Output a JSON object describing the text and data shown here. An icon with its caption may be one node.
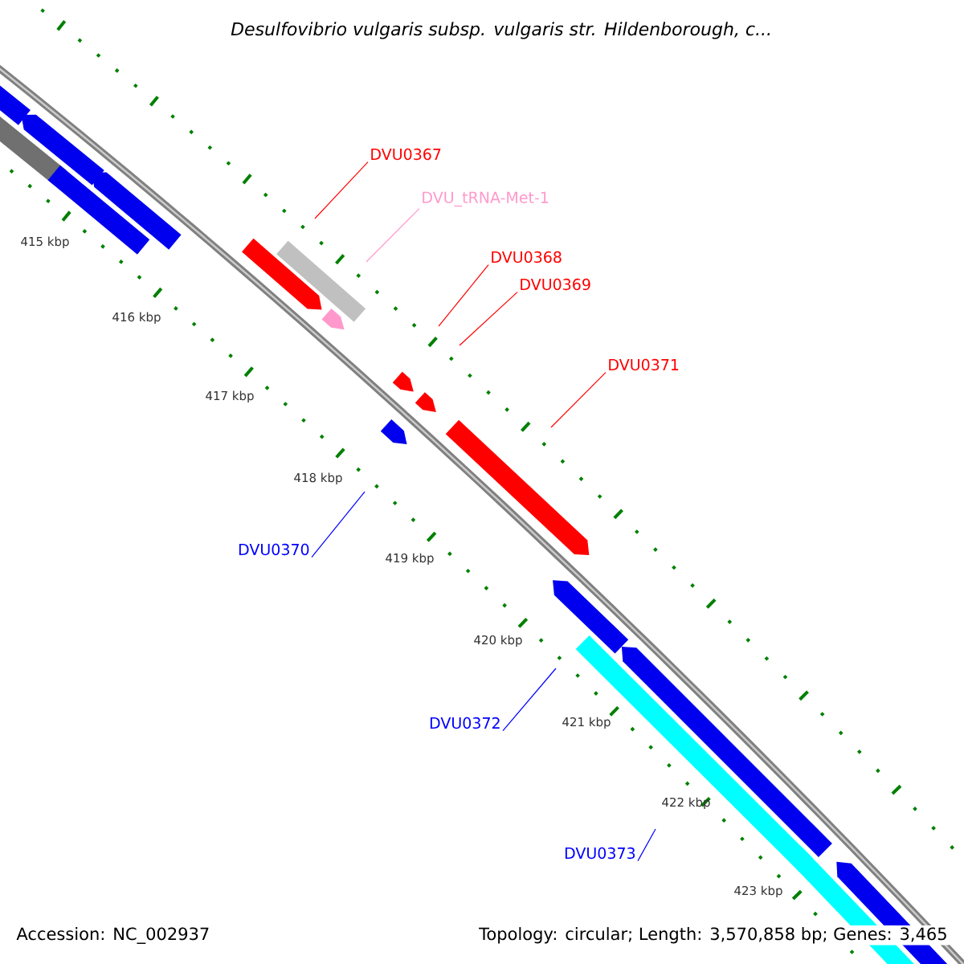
{
  "diagram": {
    "title": "Desulfovibrio vulgaris subsp. vulgaris str. Hildenborough, c...",
    "nodes": [
      {
        "text": [
          "DVU0367"
        ]
      },
      {
        "text": [
          "DVU_tRNA-Met-1"
        ]
      },
      {
        "text": [
          "DVU0368"
        ]
      },
      {
        "text": [
          "DVU0369"
        ]
      },
      {
        "text": [
          "DVU0371"
        ]
      },
      {
        "text": [
          "DVU0370"
        ]
      },
      {
        "text": [
          "DVU0372"
        ]
      },
      {
        "text": [
          "DVU0373"
        ]
      }
    ],
    "edges": [
      {
        "from": 0,
        "to": null,
        "arrow": "none"
      },
      {
        "from": 1,
        "to": null,
        "arrow": "none",
        "color": "#ff99cc"
      },
      {
        "from": 2,
        "to": null,
        "arrow": "none"
      },
      {
        "from": 3,
        "to": null,
        "arrow": "none"
      },
      {
        "from": 4,
        "to": null,
        "arrow": "none"
      },
      {
        "from": 5,
        "to": null,
        "arrow": "none",
        "color": "#0000ff"
      },
      {
        "from": 6,
        "to": null,
        "arrow": "none",
        "color": "#0000ff"
      },
      {
        "from": 7,
        "to": null,
        "arrow": "none",
        "color": "#0000ff"
      }
    ],
    "labels": [
      "415 kbp",
      "416 kbp",
      "417 kbp",
      "418 kbp",
      "419 kbp",
      "420 kbp",
      "421 kbp",
      "422 kbp",
      "423 kbp",
      "Accession: NC_002937",
      "Topology: circular; Length: 3,570,858 bp; Genes: 3,465"
    ]
  }
}
